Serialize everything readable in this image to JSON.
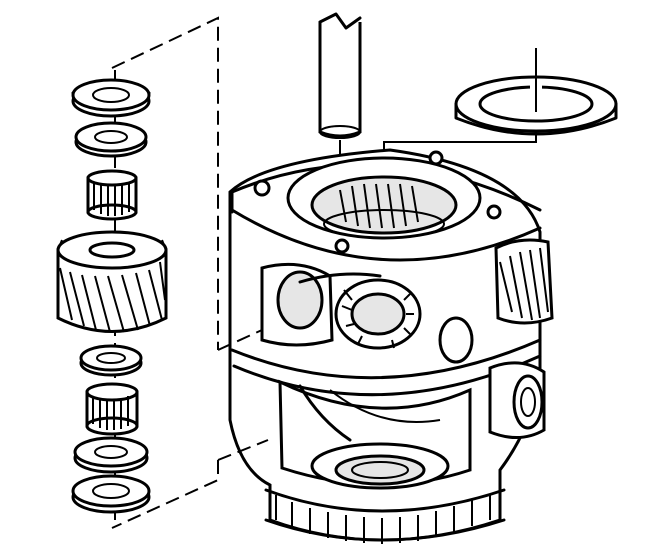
{
  "figure": {
    "kind": "exploded-view line drawing",
    "stroke_color": "#000000",
    "background_color": "#ffffff",
    "labels": []
  },
  "parts": {
    "pinion_stack_order_top_to_bottom": [
      "thrust-washer",
      "washer",
      "needle-bearing",
      "pinion-gear",
      "washer",
      "needle-bearing",
      "washer",
      "thrust-washer"
    ],
    "pinion_gear_count": 1,
    "needle_bearing_count": 2,
    "washer_count": 4
  }
}
